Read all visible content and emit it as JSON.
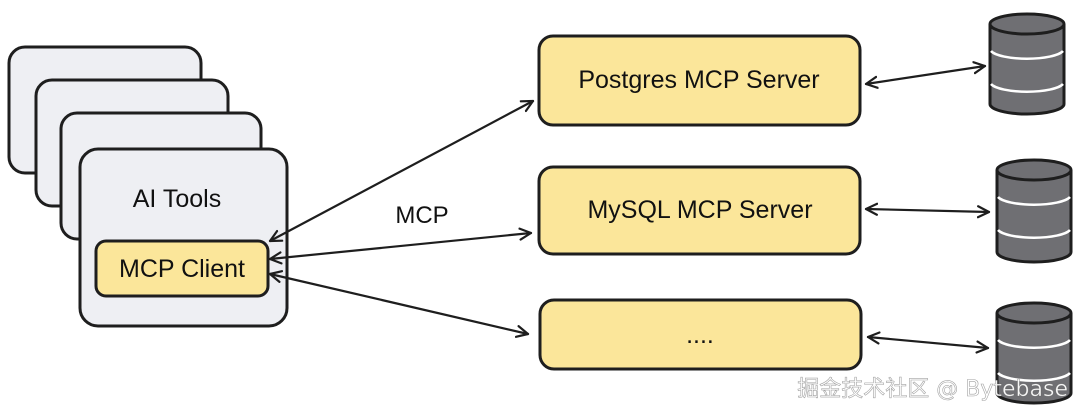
{
  "client": {
    "stack_label": "AI Tools",
    "client_label": "MCP Client"
  },
  "connection_label": "MCP",
  "servers": [
    {
      "label": "Postgres MCP Server"
    },
    {
      "label": "MySQL MCP Server"
    },
    {
      "label": "...."
    }
  ],
  "watermark": "掘金技术社区 @ Bytebase",
  "colors": {
    "server_fill": "#fbe69a",
    "client_fill": "#fbe69a",
    "stack_fill": "#eeeff3",
    "database_fill": "#6f6f73",
    "stroke": "#1e1e1e"
  }
}
